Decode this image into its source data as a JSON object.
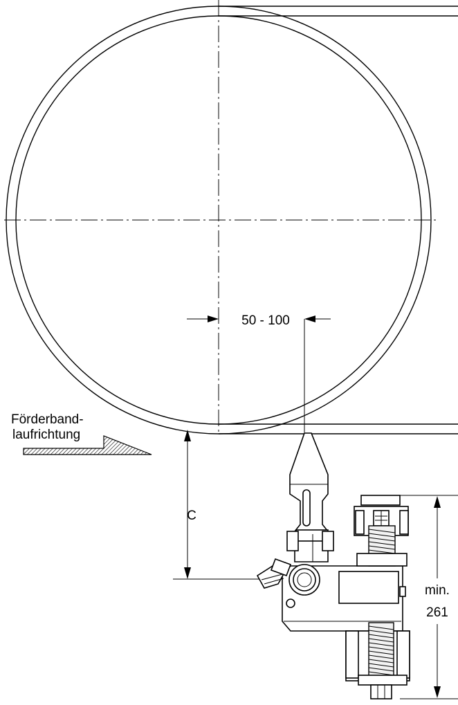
{
  "labels": {
    "range": "50 - 100",
    "direction_line1": "Förderband-",
    "direction_line2": "laufrichtung",
    "dim_c": "C",
    "min_line1": "min.",
    "min_line2": "261"
  }
}
